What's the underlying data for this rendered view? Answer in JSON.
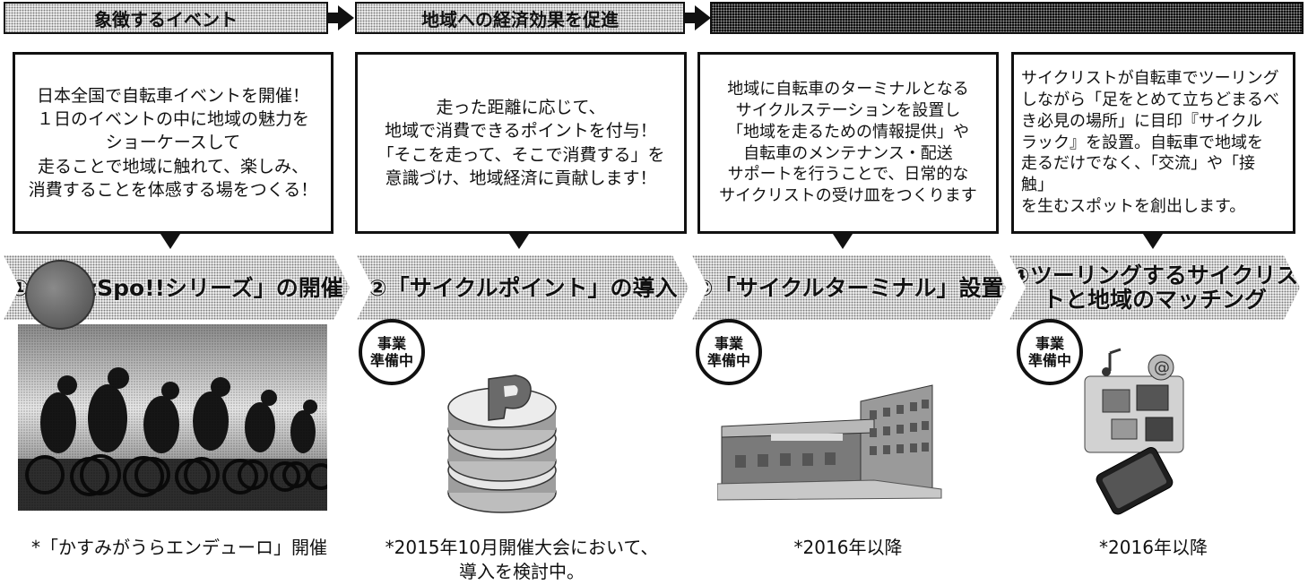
{
  "stages": {
    "stage1": "象徴するイベント",
    "stage2": "地域への経済効果を促進",
    "stage3": ""
  },
  "columns": [
    {
      "description": "日本全国で自転車イベントを開催！\n１日のイベントの中に地域の魅力を\nショーケースして\n走ることで地域に触れて、楽しみ、\n消費することを体感する場をつくる！",
      "title": "①「WizSpo!!シリーズ」の開催",
      "note": "*「かすみがうらエンデューロ」開催"
    },
    {
      "description": "走った距離に応じて、\n地域で消費できるポイントを付与！\n「そこを走って、そこで消費する」を\n意識づけ、地域経済に貢献します！",
      "title": "②「サイクルポイント」の導入",
      "badge": "事業\n準備中",
      "note": "*2015年10月開催大会において、\n導入を検討中。"
    },
    {
      "description": "地域に自転車のターミナルとなる\nサイクルステーションを設置し\n「地域を走るための情報提供」や\n自転車のメンテナンス・配送\nサポートを行うことで、日常的な\nサイクリストの受け皿をつくります",
      "title": "③「サイクルターミナル」設置",
      "badge": "事業\n準備中",
      "note": "*2016年以降"
    },
    {
      "description": "サイクリストが自転車でツーリング\nしながら「足をとめて立ちどまるべ\nき必見の場所」に目印『サイクル\nラック』を設置。自転車で地域を\n走るだけでなく、「交流」や「接触」\nを生むスポットを創出します。",
      "title": "④ツーリングするサイクリス\nトと地域のマッチング",
      "badge": "事業\n準備中",
      "note": "*2016年以降"
    }
  ]
}
